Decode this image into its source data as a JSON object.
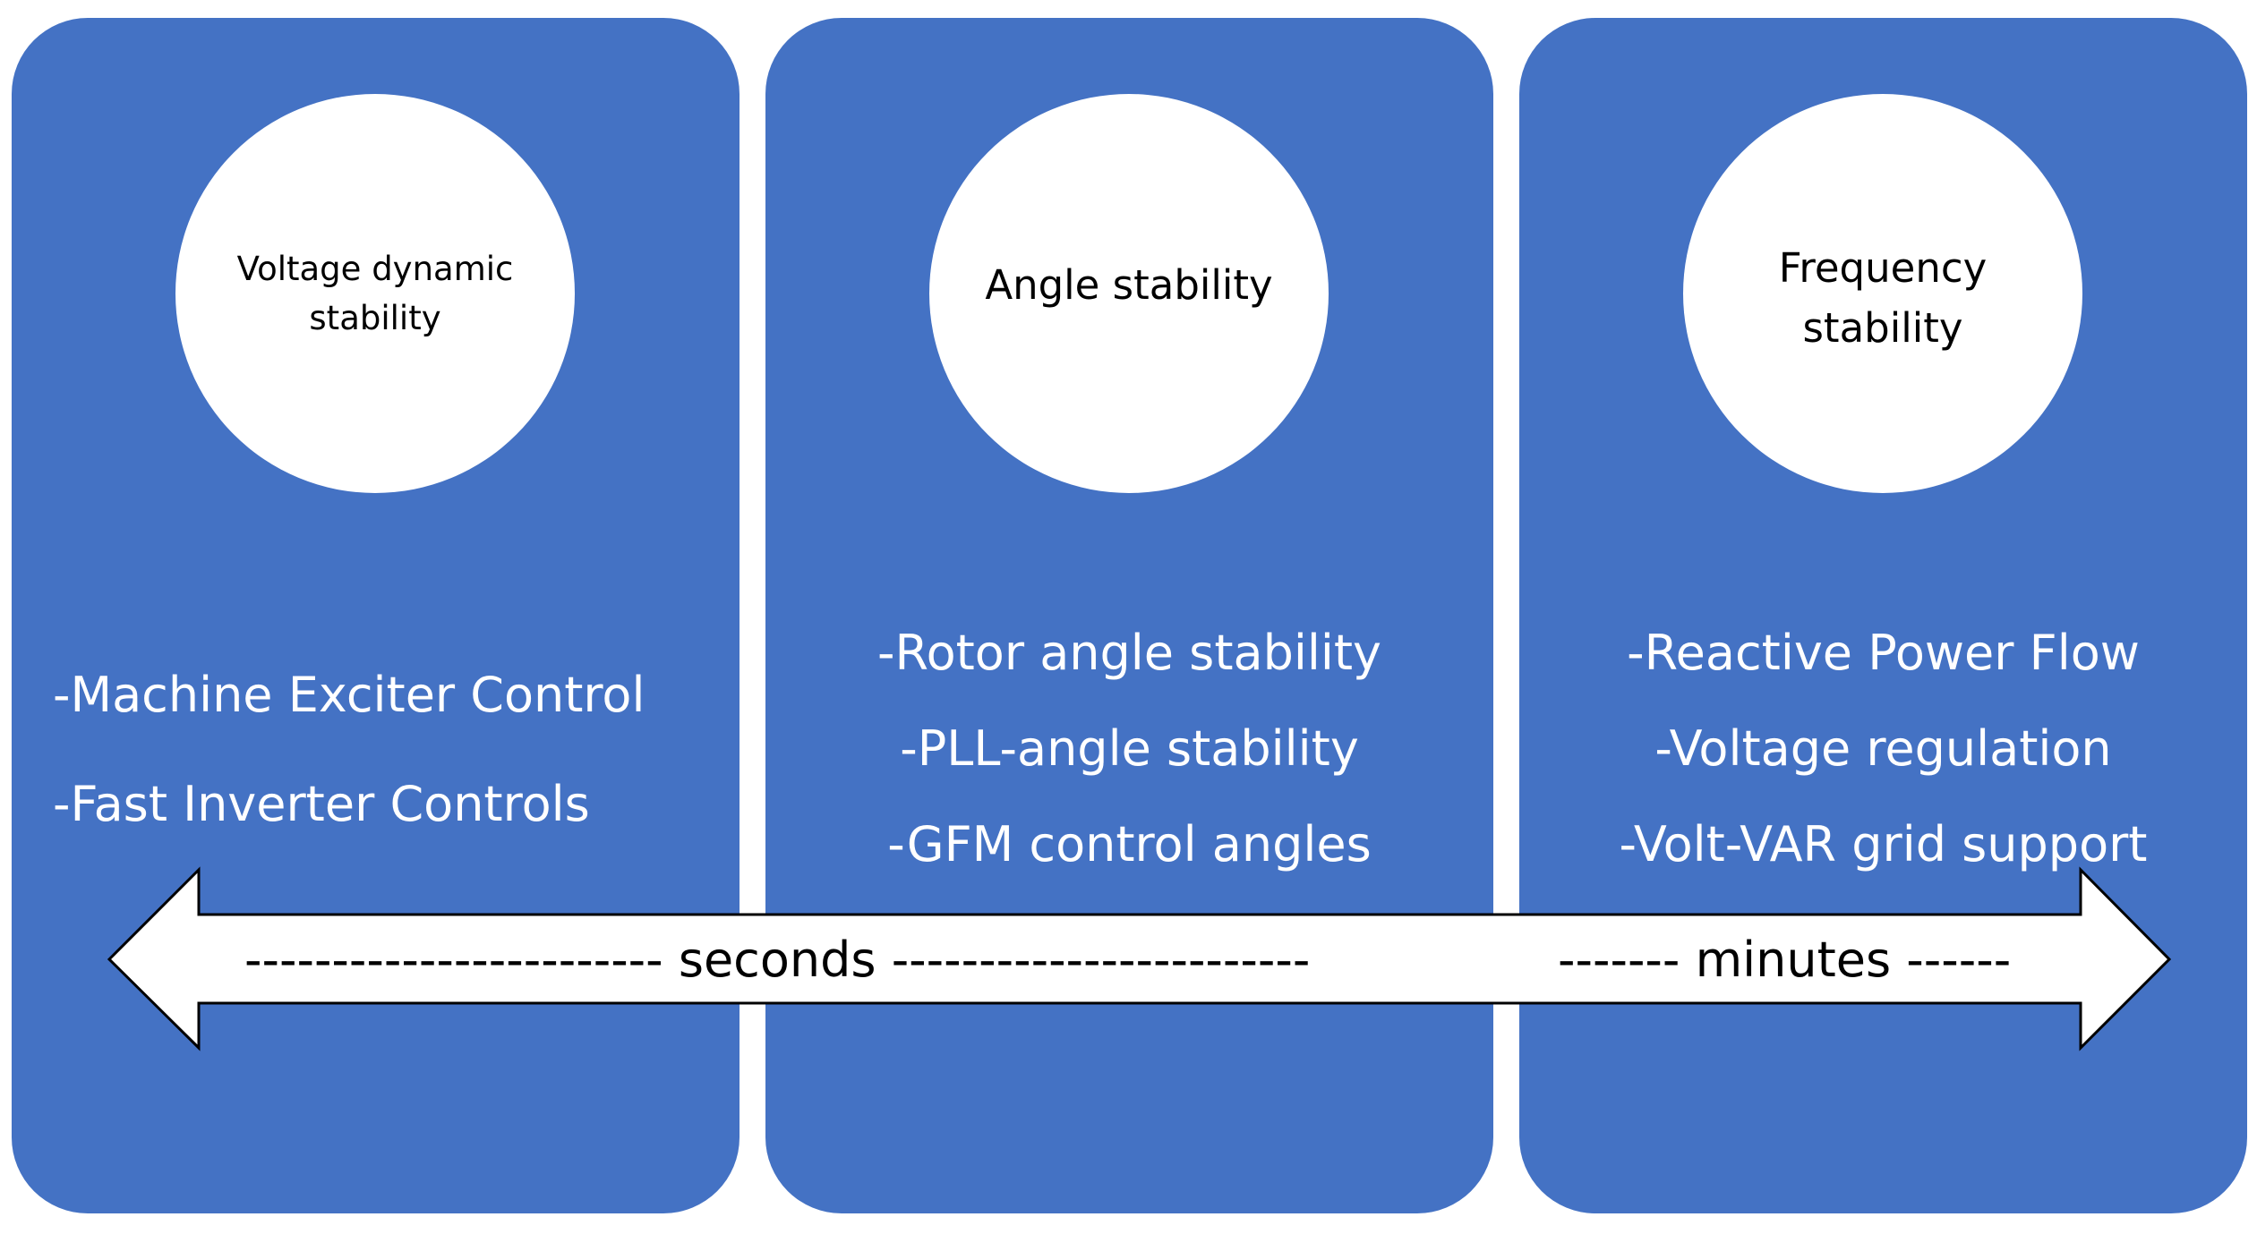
{
  "panels": [
    {
      "circle_lines": [
        "Voltage dynamic",
        "stability"
      ],
      "items": [
        "-Machine Exciter Control",
        "-Fast Inverter Controls"
      ]
    },
    {
      "circle_lines": [
        "Angle stability"
      ],
      "items": [
        "-Rotor angle stability",
        "-PLL-angle stability",
        "-GFM control angles"
      ]
    },
    {
      "circle_lines": [
        "Frequency",
        "stability"
      ],
      "items": [
        "-Reactive Power Flow",
        "-Voltage regulation",
        "-Volt-VAR grid support"
      ]
    }
  ],
  "timescale": {
    "seconds_label": "------------------------  seconds  ------------------------",
    "minutes_label": "-------  minutes  ------"
  },
  "colors": {
    "panel": "#4472c4",
    "arrow_fill": "#ffffff",
    "arrow_stroke": "#000000"
  }
}
